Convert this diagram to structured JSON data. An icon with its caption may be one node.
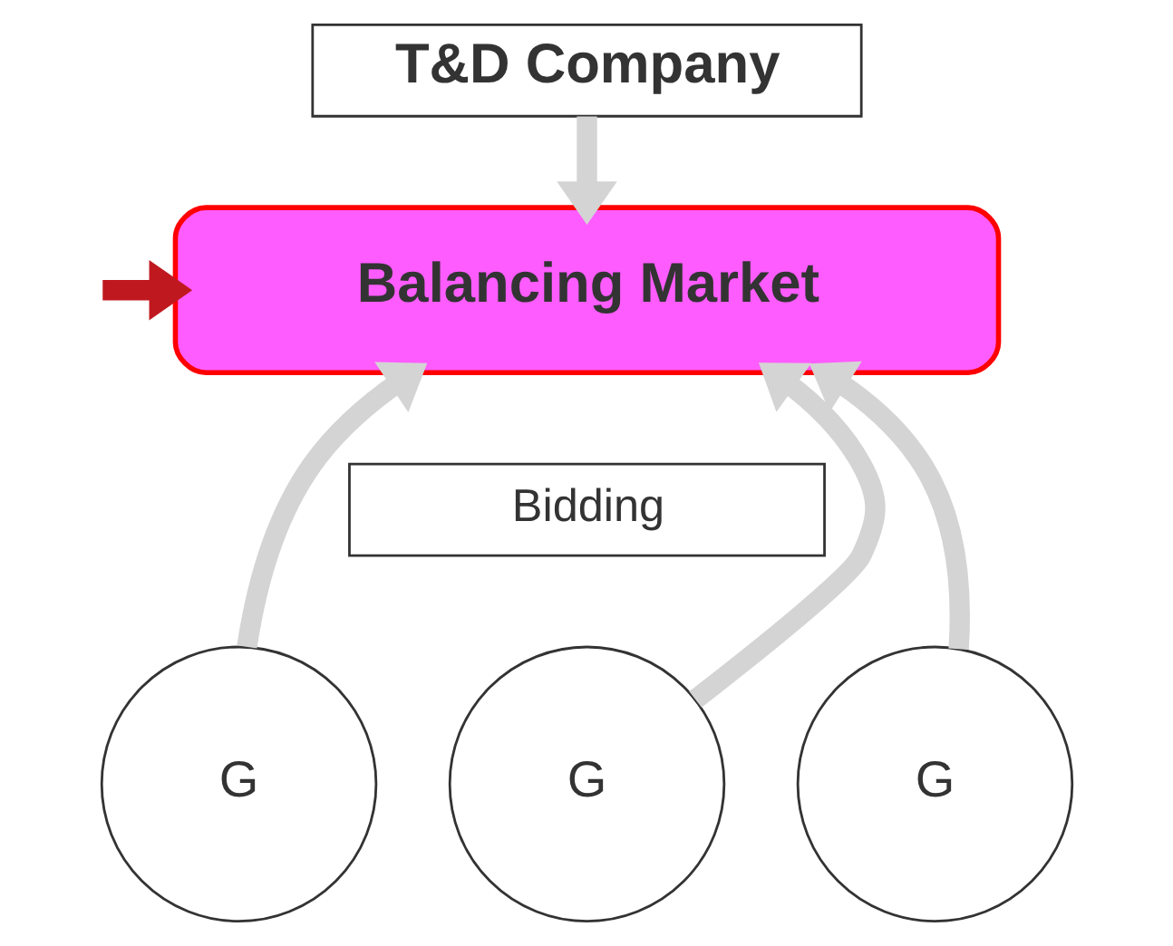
{
  "diagram": {
    "nodes": [
      {
        "text": [
          "T&D Company"
        ]
      },
      {
        "text": [
          "Balancing Market"
        ]
      },
      {
        "text": [
          "Bidding"
        ]
      },
      {
        "text": [
          "G"
        ]
      },
      {
        "text": [
          "G"
        ]
      },
      {
        "text": [
          "G"
        ]
      }
    ],
    "edges": [
      {
        "from": 0,
        "to": 1,
        "arrow": "to"
      },
      {
        "from": 3,
        "to": 1,
        "arrow": "to"
      },
      {
        "from": 4,
        "to": 1,
        "arrow": "to"
      },
      {
        "from": 5,
        "to": 1,
        "arrow": "to"
      },
      {
        "from": null,
        "to": 1,
        "arrow": "to",
        "color": "#c0181f"
      }
    ]
  }
}
